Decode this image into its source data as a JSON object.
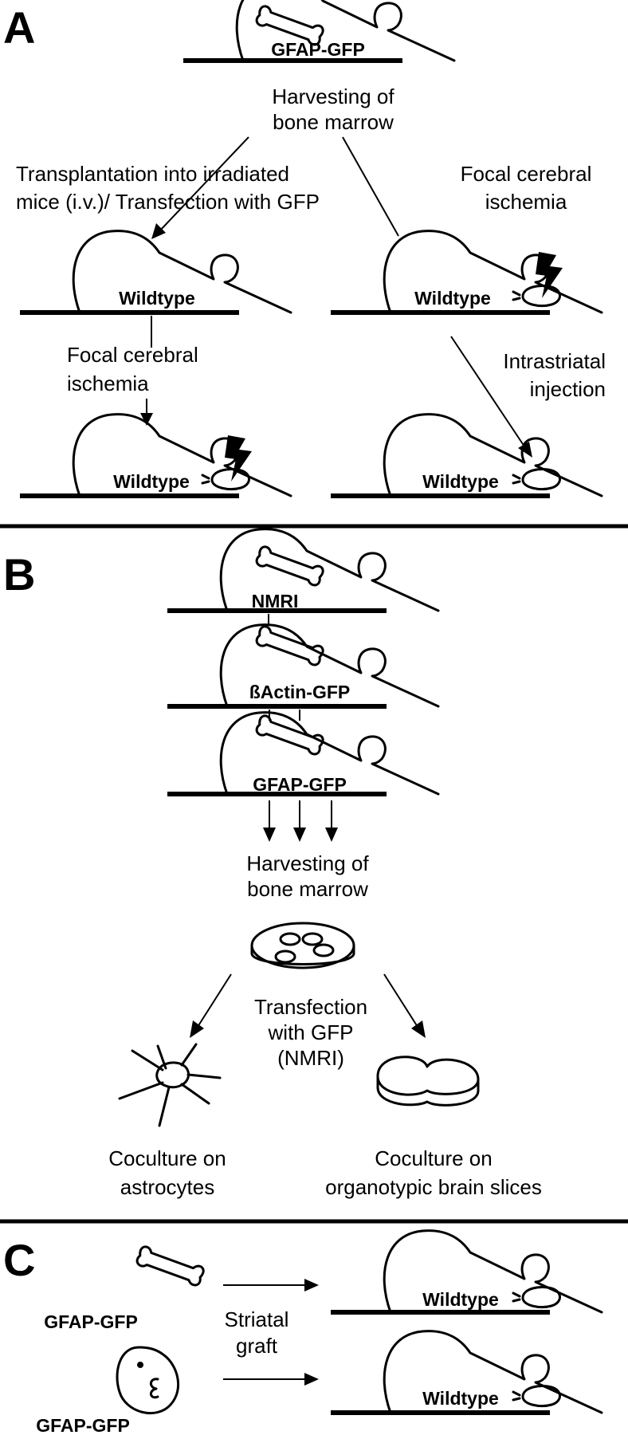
{
  "panels": {
    "a": "A",
    "b": "B",
    "c": "C"
  },
  "panel_a": {
    "donor_mouse": "GFAP-GFP",
    "harvest_line1": "Harvesting of",
    "harvest_line2": "bone marrow",
    "transplant_line1": "Transplantation into irradiated",
    "transplant_line2": "mice (i.v.)/ Transfection with GFP",
    "ischemia_right_line1": "Focal cerebral",
    "ischemia_right_line2": "ischemia",
    "mouse_mid_left": "Wildtype",
    "mouse_mid_right": "Wildtype",
    "ischemia_left_line1": "Focal cerebral",
    "ischemia_left_line2": "ischemia",
    "injection_line1": "Intrastriatal",
    "injection_line2": "injection",
    "mouse_bottom_left": "Wildtype",
    "mouse_bottom_right": "Wildtype"
  },
  "panel_b": {
    "mouse_1": "NMRI",
    "mouse_2": "ßActin-GFP",
    "mouse_3": "GFAP-GFP",
    "harvest_line1": "Harvesting of",
    "harvest_line2": "bone marrow",
    "transfect_line1": "Transfection",
    "transfect_line2": "with GFP",
    "transfect_line3": "(NMRI)",
    "coculture_left_line1": "Coculture on",
    "coculture_left_line2": "astrocytes",
    "coculture_right_line1": "Coculture on",
    "coculture_right_line2": "organotypic brain slices"
  },
  "panel_c": {
    "bone_label": "GFAP-GFP",
    "embryo_label": "GFAP-GFP",
    "graft_line1": "Striatal",
    "graft_line2": "graft",
    "mouse_top": "Wildtype",
    "mouse_bottom": "Wildtype"
  }
}
